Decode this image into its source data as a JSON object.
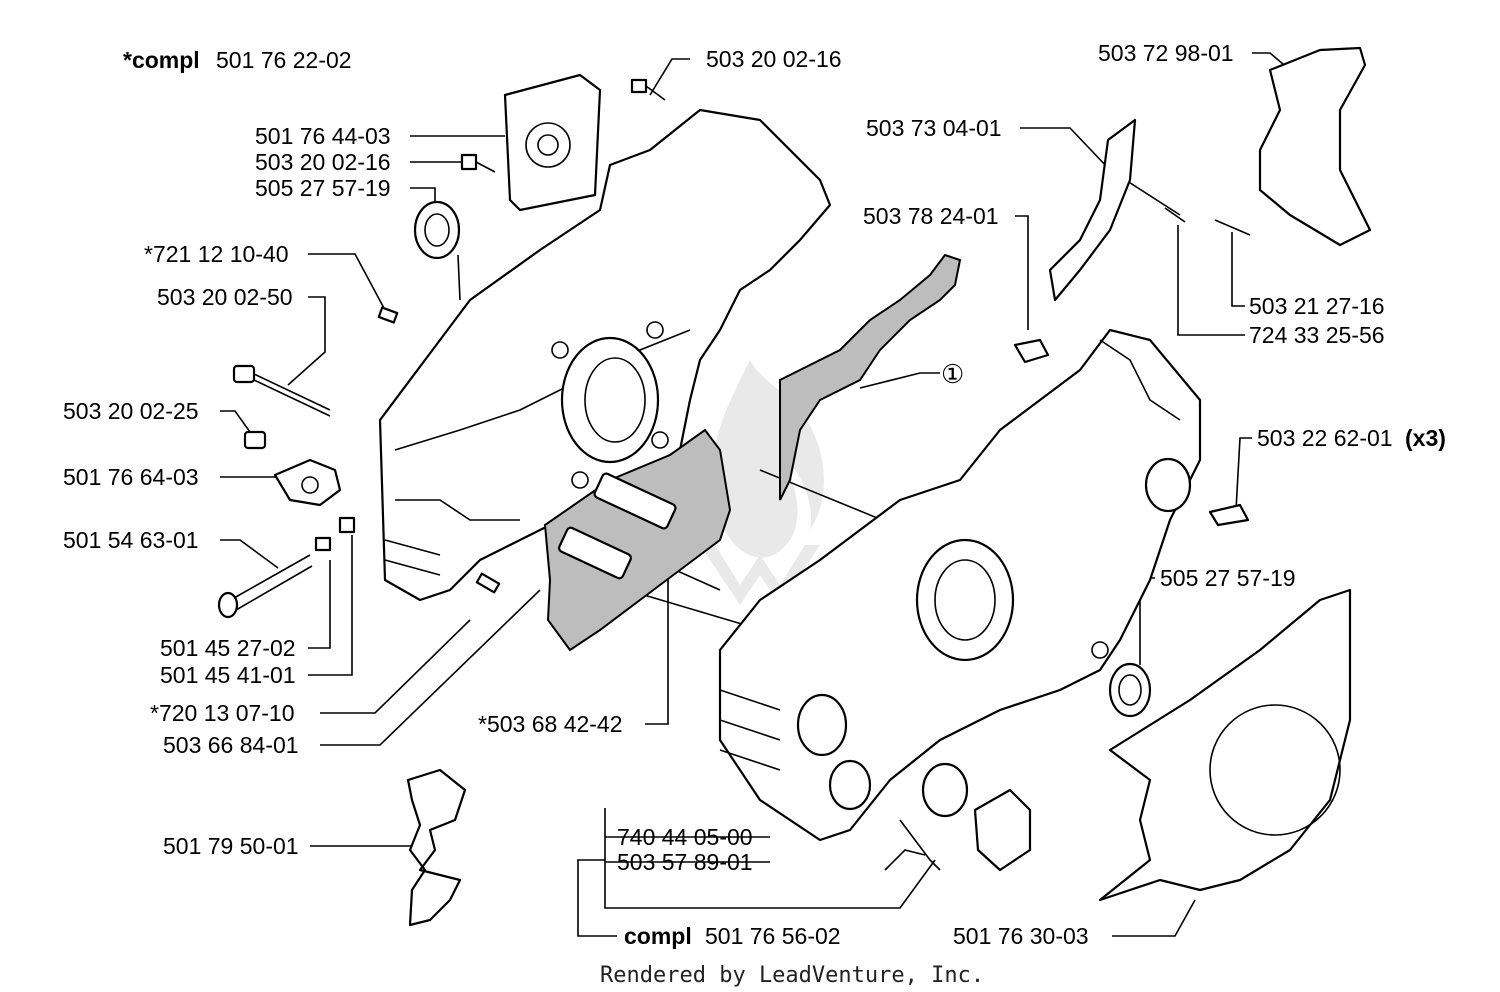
{
  "diagram": {
    "labels": {
      "compl_main_prefix": "*compl",
      "compl_main_num": "501 76 22-02",
      "l_503_20_02_16_top": "503 20 02-16",
      "l_501_76_44_03": "501 76 44-03",
      "l_503_20_02_16_mid": "503 20 02-16",
      "l_505_27_57_19_left": "505 27 57-19",
      "l_721_12_10_40": "*721 12 10-40",
      "l_503_20_02_50": "503 20 02-50",
      "l_503_20_02_25": "503 20 02-25",
      "l_501_76_64_03": "501 76 64-03",
      "l_501_54_63_01": "501 54 63-01",
      "l_501_45_27_02": "501 45 27-02",
      "l_501_45_41_01": "501 45 41-01",
      "l_720_13_07_10": "*720 13 07-10",
      "l_503_66_84_01": "503 66 84-01",
      "l_503_68_42_42": "*503 68 42-42",
      "l_501_79_50_01": "501 79 50-01",
      "l_740_44_05_00": "740 44 05-00",
      "l_503_57_89_01": "503 57 89-01",
      "compl_cap_prefix": "compl",
      "compl_cap_num": "501 76 56-02",
      "l_503_72_98_01": "503 72 98-01",
      "l_503_73_04_01": "503 73 04-01",
      "l_503_78_24_01": "503 78 24-01",
      "l_503_21_27_16": "503 21 27-16",
      "l_724_33_25_56": "724 33 25-56",
      "circle_1": "①",
      "l_503_22_62_01": "503 22 62-01",
      "l_503_22_62_01_qty": "(x3)",
      "l_505_27_57_19_right": "505 27 57-19",
      "l_501_76_30_03": "501 76 30-03"
    },
    "footer": "Rendered by LeadVenture, Inc."
  }
}
